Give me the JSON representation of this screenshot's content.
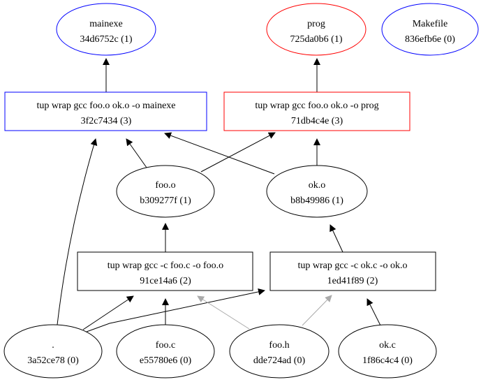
{
  "graph": {
    "nodes": {
      "mainexe": {
        "name": "mainexe",
        "hash": "34d6752c (1)",
        "shape": "ellipse",
        "color": "#0000ff"
      },
      "prog": {
        "name": "prog",
        "hash": "725da0b6 (1)",
        "shape": "ellipse",
        "color": "#ff0000"
      },
      "makefile": {
        "name": "Makefile",
        "hash": "836efb6e (0)",
        "shape": "ellipse",
        "color": "#0000ff"
      },
      "cmd_mainexe": {
        "name": "tup wrap gcc foo.o ok.o -o mainexe",
        "hash": "3f2c7434 (3)",
        "shape": "box",
        "color": "#0000ff"
      },
      "cmd_prog": {
        "name": "tup wrap gcc foo.o ok.o -o prog",
        "hash": "71db4c4e (3)",
        "shape": "box",
        "color": "#ff0000"
      },
      "foo_o": {
        "name": "foo.o",
        "hash": "b309277f (1)",
        "shape": "ellipse",
        "color": "#000000"
      },
      "ok_o": {
        "name": "ok.o",
        "hash": "b8b49986 (1)",
        "shape": "ellipse",
        "color": "#000000"
      },
      "cmd_foo": {
        "name": "tup wrap gcc -c foo.c -o foo.o",
        "hash": "91ce14a6 (2)",
        "shape": "box",
        "color": "#000000"
      },
      "cmd_ok": {
        "name": "tup wrap gcc -c ok.c -o ok.o",
        "hash": "1ed41f89 (2)",
        "shape": "box",
        "color": "#000000"
      },
      "dot": {
        "name": ".",
        "hash": "3a52ce78 (0)",
        "shape": "ellipse",
        "color": "#000000"
      },
      "foo_c": {
        "name": "foo.c",
        "hash": "e55780e6 (0)",
        "shape": "ellipse",
        "color": "#000000"
      },
      "foo_h": {
        "name": "foo.h",
        "hash": "dde724ad (0)",
        "shape": "ellipse",
        "color": "#000000"
      },
      "ok_c": {
        "name": "ok.c",
        "hash": "1f86c4c4 (0)",
        "shape": "ellipse",
        "color": "#000000"
      }
    },
    "edges": [
      {
        "from": "cmd_mainexe",
        "to": "mainexe",
        "color": "#000000"
      },
      {
        "from": "cmd_prog",
        "to": "prog",
        "color": "#000000"
      },
      {
        "from": "foo_o",
        "to": "cmd_mainexe",
        "color": "#000000"
      },
      {
        "from": "ok_o",
        "to": "cmd_mainexe",
        "color": "#000000"
      },
      {
        "from": "foo_o",
        "to": "cmd_prog",
        "color": "#000000"
      },
      {
        "from": "ok_o",
        "to": "cmd_prog",
        "color": "#000000"
      },
      {
        "from": "dot",
        "to": "cmd_mainexe",
        "color": "#000000"
      },
      {
        "from": "cmd_foo",
        "to": "foo_o",
        "color": "#000000"
      },
      {
        "from": "cmd_ok",
        "to": "ok_o",
        "color": "#000000"
      },
      {
        "from": "dot",
        "to": "cmd_foo",
        "color": "#000000"
      },
      {
        "from": "dot",
        "to": "cmd_ok",
        "color": "#000000"
      },
      {
        "from": "foo_c",
        "to": "cmd_foo",
        "color": "#000000"
      },
      {
        "from": "foo_h",
        "to": "cmd_foo",
        "color": "#aaaaaa"
      },
      {
        "from": "foo_h",
        "to": "cmd_ok",
        "color": "#aaaaaa"
      },
      {
        "from": "ok_c",
        "to": "cmd_ok",
        "color": "#000000"
      }
    ]
  }
}
